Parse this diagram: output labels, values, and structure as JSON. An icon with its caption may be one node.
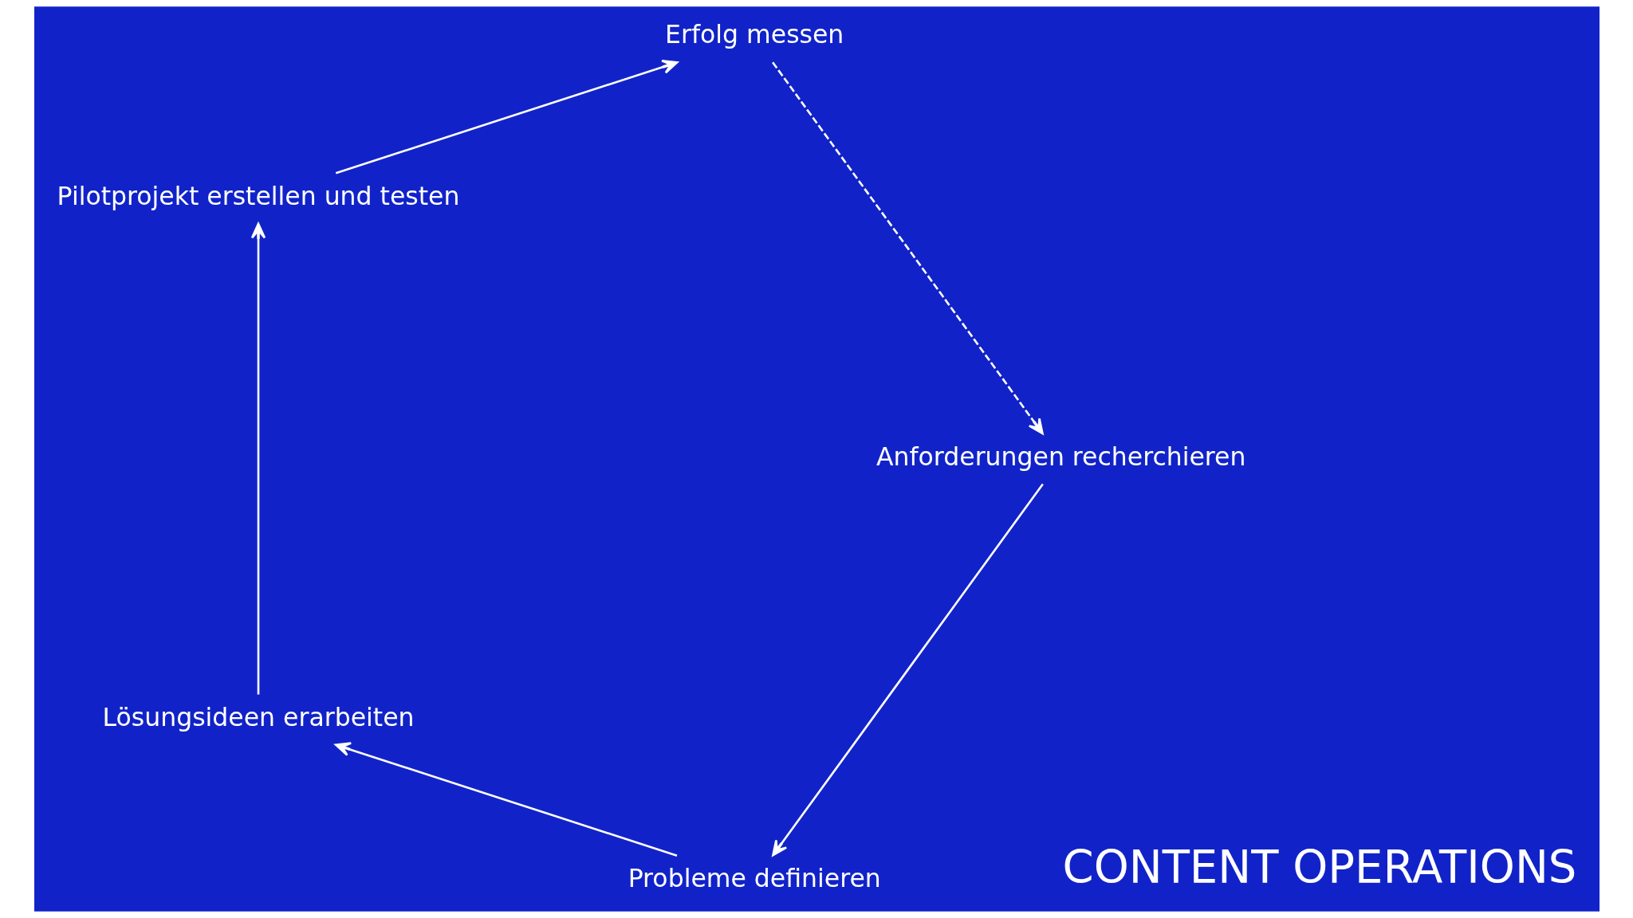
{
  "diagram": {
    "nodes": [
      {
        "text": [
          "Probleme definieren"
        ]
      },
      {
        "text": [
          "Lösungsideen erarbeiten"
        ]
      },
      {
        "text": [
          "Pilotprojekt erstellen und testen"
        ]
      },
      {
        "text": [
          "Erfolg messen"
        ]
      },
      {
        "text": [
          "Anforderungen recherchieren"
        ]
      }
    ],
    "edges": [
      {
        "from": 0,
        "to": 1,
        "arrow": "to"
      },
      {
        "from": 1,
        "to": 2,
        "arrow": "to"
      },
      {
        "from": 2,
        "to": 3,
        "arrow": "to"
      },
      {
        "from": 3,
        "to": 4,
        "arrow": "to",
        "style": "dashed"
      },
      {
        "from": 4,
        "to": 0,
        "arrow": "to"
      }
    ],
    "labels": [
      "CONTENT OPERATIONS"
    ]
  }
}
